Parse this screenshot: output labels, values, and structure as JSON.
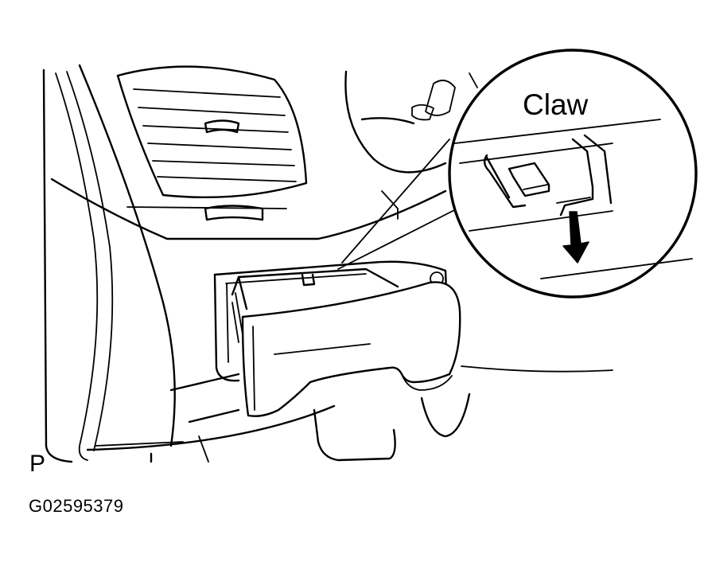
{
  "labels": {
    "callout": "Claw",
    "view_marker": "P",
    "figure_id": "G02595379"
  },
  "icons": {
    "pull_direction": "arrow-down-icon"
  },
  "colors": {
    "ink": "#000000",
    "paper": "#ffffff"
  }
}
